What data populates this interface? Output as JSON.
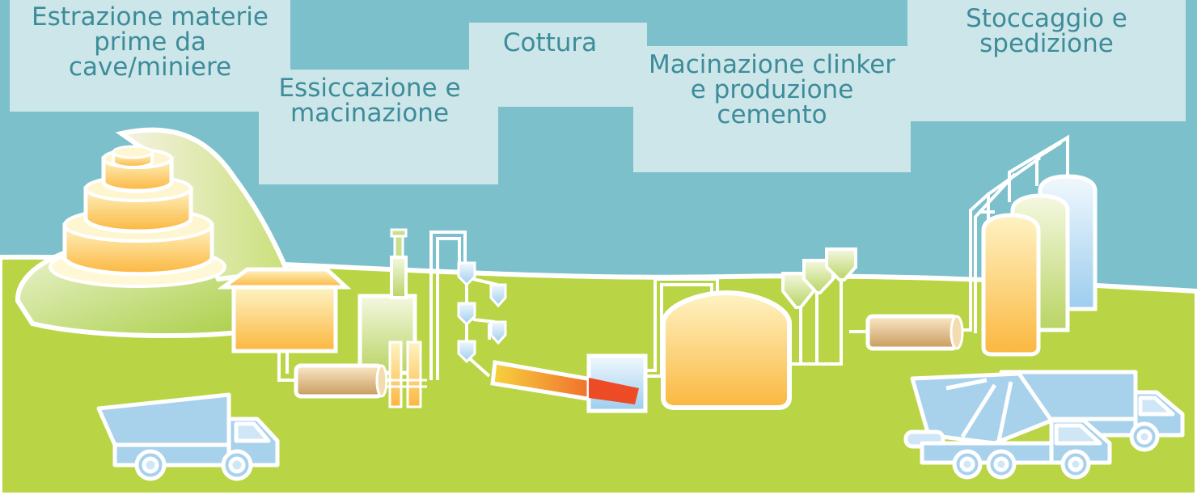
{
  "colors": {
    "sky": "#7cc0cc",
    "ground": "#b9d445",
    "label_bg": "#cde6ea",
    "label_text": "#3d8c99",
    "outline": "#ffffff",
    "pipe": "#e9eef0",
    "orange": "#fbb73f",
    "cream": "#fef3c4",
    "green_light": "#c8df8e",
    "blue_light": "#a6d3ee",
    "tan": "#e0b67d",
    "kiln_hot": "#ed4a26",
    "kiln_warm": "#f7b638",
    "truck_fill": "#a8d1ec"
  },
  "stages": [
    {
      "id": "extraction",
      "label": "Estrazione materie\nprime da\ncave/miniere"
    },
    {
      "id": "drying",
      "label": "Essiccazione e\nmacinazione"
    },
    {
      "id": "firing",
      "label": "Cottura"
    },
    {
      "id": "milling",
      "label": "Macinazione clinker\ne produzione\ncemento"
    },
    {
      "id": "storage",
      "label": "Stoccaggio e\nspedizione"
    }
  ],
  "icons": {
    "quarry": "quarry-hill-icon",
    "hopper": "feed-hopper-icon",
    "dryer": "rotary-dryer-icon",
    "kiln": "rotary-kiln-icon",
    "silo": "storage-silo-icon",
    "dump_truck": "dump-truck-icon",
    "mixer_truck": "cement-mixer-truck-icon",
    "tanker_truck": "tanker-truck-icon"
  }
}
